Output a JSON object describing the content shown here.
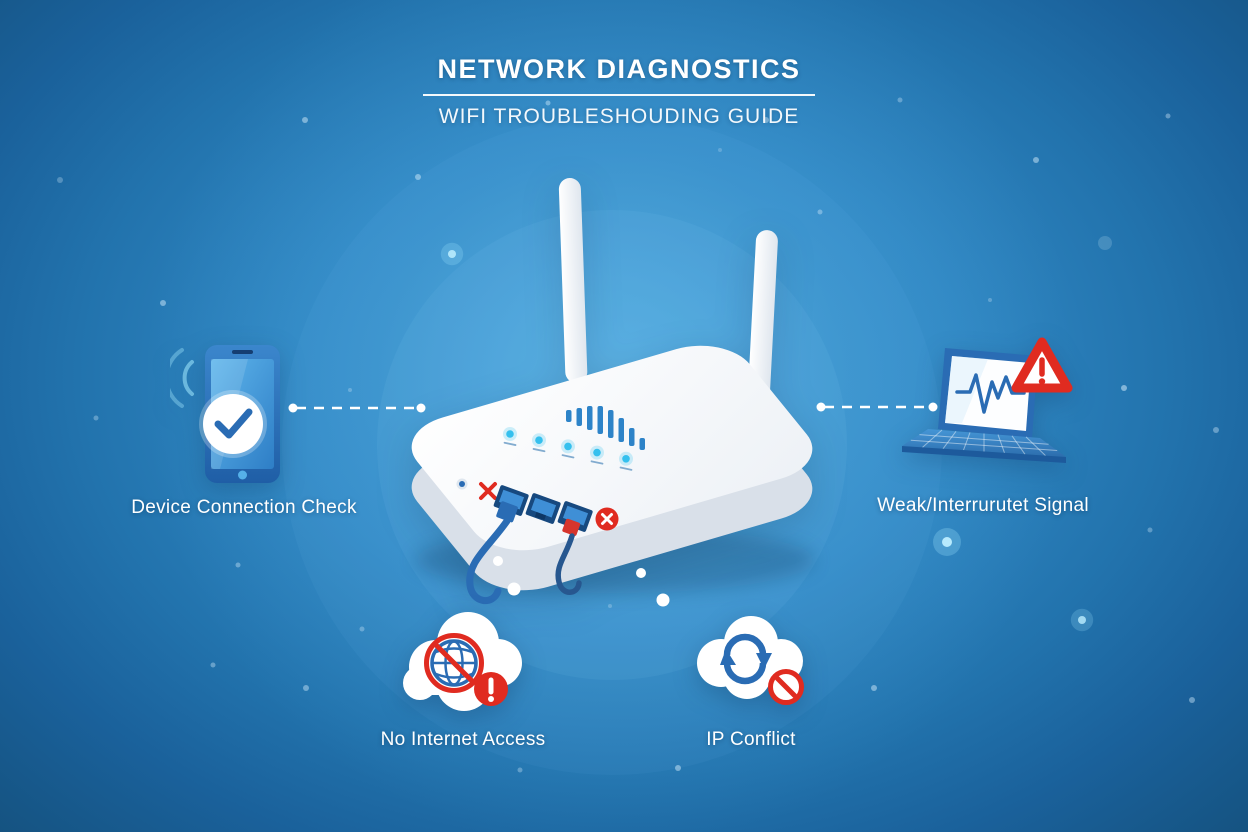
{
  "header": {
    "title": "NETWORK DIAGNOSTICS",
    "subtitle": "WIFI TROUBLESHOUDING GUIDE"
  },
  "callouts": {
    "device_check": "Device Connection Check",
    "weak_signal": "Weak/Interrurutet Signal",
    "no_internet": "No Internet Access",
    "ip_conflict": "IP Conflict"
  },
  "router": {
    "led_count": 5,
    "port_count": 3
  },
  "icons": {
    "check-icon": "✓",
    "alert-triangle-icon": "⚠",
    "x-mark-icon": "✕",
    "prohibition-icon": "🚫",
    "sync-arrows-icon": "⟳",
    "globe-icon": "🌐",
    "exclamation-icon": "!"
  },
  "colors": {
    "background_center": "#3f9ad2",
    "background_edge": "#155381",
    "device_blue": "#2a6cb4",
    "light_blue": "#4fa8e0",
    "led_cyan": "#35c0ee",
    "alert_red": "#e02b20",
    "white": "#ffffff"
  }
}
